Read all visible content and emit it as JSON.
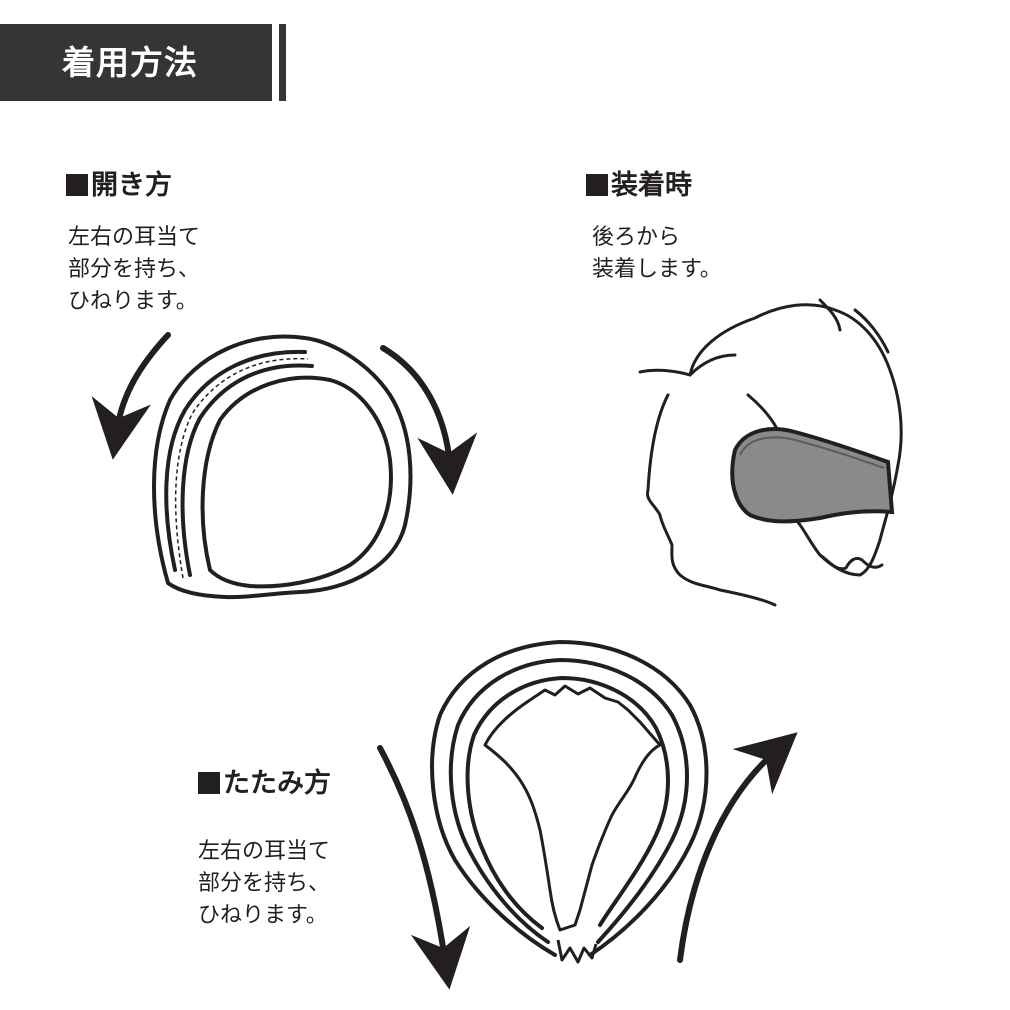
{
  "header": {
    "title": "着用方法"
  },
  "sections": {
    "open": {
      "title": "開き方",
      "lines": [
        "左右の耳当て",
        "部分を持ち、",
        "ひねります。"
      ]
    },
    "wear": {
      "title": "装着時",
      "lines": [
        "後ろから",
        "装着します。"
      ]
    },
    "fold": {
      "title": "たたみ方",
      "lines": [
        "左右の耳当て",
        "部分を持ち、",
        "ひねります。"
      ]
    }
  },
  "colors": {
    "header_bg": "#333537",
    "header_text": "#ffffff",
    "ink": "#231f20",
    "earmuff_fill": "#8a8a8a"
  }
}
